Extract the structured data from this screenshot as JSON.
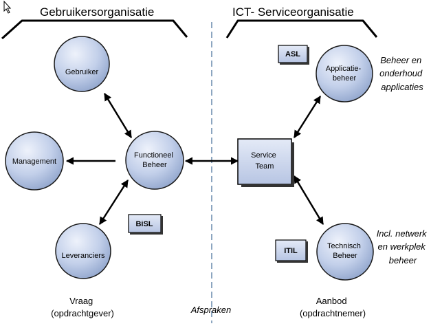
{
  "titles": {
    "left": "Gebruikersorganisatie",
    "right": "ICT- Serviceorganisatie"
  },
  "nodes": {
    "gebruiker": "Gebruiker",
    "management": "Management",
    "functioneel": [
      "Functioneel",
      "Beheer"
    ],
    "leveranciers": "Leveranciers",
    "service": [
      "Service",
      "Team"
    ],
    "applicatie": [
      "Applicatie-",
      "beheer"
    ],
    "technisch": [
      "Technisch",
      "Beheer"
    ]
  },
  "badges": {
    "asl": "ASL",
    "bisl": "BiSL",
    "itil": "ITIL"
  },
  "notes": {
    "beheer": [
      "Beheer en",
      "onderhoud",
      "applicaties"
    ],
    "netwerk": [
      "Incl. netwerk",
      "en werkplek",
      "beheer"
    ]
  },
  "captions": {
    "vraag": [
      "Vraag",
      "(opdrachtgever)"
    ],
    "afspraken": "Afspraken",
    "aanbod": [
      "Aanbod",
      "(opdrachtnemer)"
    ]
  },
  "colors": {
    "node_fill_light": "#e6ecf8",
    "node_fill_dark": "#95a9cf",
    "node_stroke": "#1a1a1a",
    "divider": "#6f8fb0"
  }
}
